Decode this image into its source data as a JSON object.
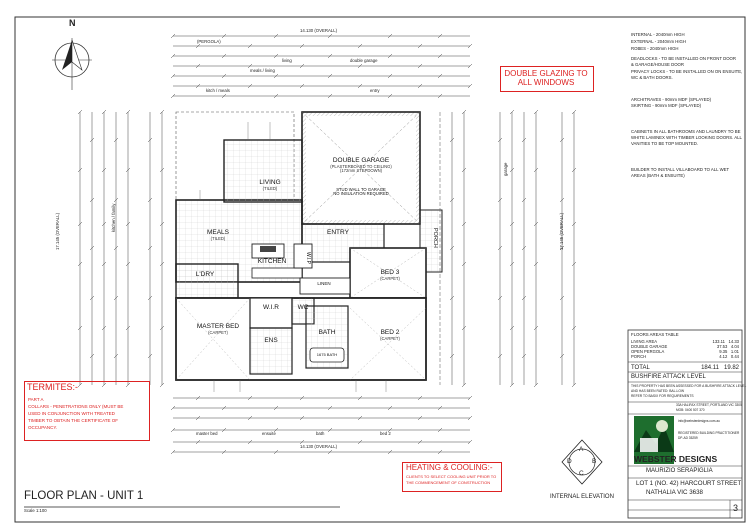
{
  "north": "N",
  "dims_top": {
    "overall": "14.130 (OVERALL)",
    "pergola": "(PERGOLA)",
    "living": "living",
    "double_garage": "double garage",
    "meals_living": "meals / living",
    "kitch_meals": "kitch / meals",
    "entry": "entry"
  },
  "notes_top": {
    "internal": "INTERNAL   - 2040mm HIGH",
    "external": "EXTERNAL  - 2040mm HIGH",
    "robes": "ROBES       - 2040mm HIGH",
    "deadlocks_1": "DEADLOCKS  - TO BE INSTALLED ON FRONT DOOR",
    "deadlocks_2": "& GARAGE/HOUSE DOOR",
    "privacy_1": "PRIVACY LOCKS - TO BE INSTALLED ON ON ENSUITE,",
    "privacy_2": "WC & BATH DOORS.",
    "architraves": "ARCHITRAVES  - 90mm MDF (SPLAYED)",
    "skirting": "SKIRTING       - 90mm MDF (SPLAYED)",
    "cabinets_1": "CABINETS IN ALL BATHROOMS AND LAUNDRY TO BE",
    "cabinets_2": "WHITE LAMINEX WITH TIMBER LOOKING DOORS.  ALL",
    "cabinets_3": "VANITIES TO BE TOP MOUNTED.",
    "builder_1": "BUILDER TO INSTALL VILLABOARD TO ALL WET",
    "builder_2": "AREAS (BATH & ENSUITE)"
  },
  "glazing": "DOUBLE GLAZING TO ALL WINDOWS",
  "rooms": {
    "garage": "DOUBLE GARAGE",
    "garage_sub": "(PLASTERBOARD TO CEILING)",
    "garage_sub2": "(172mm STEPDOWN)",
    "stud_wall": "STUD WALL TO GARAGE",
    "no_insulation": "NO INSULATION REQUIRED",
    "living": "LIVING",
    "tiled": "(TILED)",
    "meals": "MEALS",
    "kitchen": "KITCHEN",
    "wip": "W.I.P",
    "entry": "ENTRY",
    "porch": "PORCH",
    "bed3": "BED 3",
    "carpet": "(CARPET)",
    "lory": "L'DRY",
    "linen": "LINEN",
    "wir": "W.I.R",
    "wc": "WC",
    "bath": "BATH",
    "master_bed": "MASTER BED",
    "ens": "ENS",
    "bed2": "BED 2",
    "bath_fit": "1675 BATH"
  },
  "dims_bottom": {
    "master_bed": "master bed",
    "ensuite": "ensuite",
    "bath": "bath",
    "bed2": "bed 2",
    "overall": "14.130 (OVERALL)"
  },
  "side_dims": {
    "left_overall": "17.145 (OVERALL)",
    "left_kitchen": "kitchen / family",
    "right_overall": "17.145 (OVERALL)",
    "right_garage": "garage"
  },
  "termites": {
    "title": "TERMITES:-",
    "part": "PART A",
    "line1": "COLLARS - PENETRATIONS ONLY (MUST BE",
    "line2": "USED IN CONJUNCTION WITH TREATED",
    "line3": "TIMBER TO OBTAIN THE CERTIFICATE OF",
    "line4": "OCCUPANCY."
  },
  "heating": {
    "title": "HEATING & COOLING:-",
    "line1": "CLIENTS TO SELECT COOLING UNIT PRIOR TO",
    "line2": "THE COMMENCEMENT OF CONSTRUCTION"
  },
  "plan_title": "FLOOR PLAN - UNIT 1",
  "scale": "Scale 1:100",
  "elevation": {
    "label": "INTERNAL ELEVATION",
    "a": "A",
    "b": "B",
    "c": "C",
    "d": "D"
  },
  "areas": {
    "title": "FLOORS AREAS TABLE",
    "rows": [
      {
        "name": "LIVING AREA",
        "m2": "133.11",
        "sq": "14.33"
      },
      {
        "name": "DOUBLE GARAGE",
        "m2": "37.53",
        "sq": "4.04"
      },
      {
        "name": "OPEN PERGOLA",
        "m2": "9.35",
        "sq": "1.01"
      },
      {
        "name": "PORCH",
        "m2": "4.12",
        "sq": "0.44"
      }
    ],
    "total_label": "TOTAL",
    "total_m2": "184.11",
    "total_sq": "19.82"
  },
  "bushfire": {
    "title": "BUSHFIRE ATTACK LEVEL",
    "line1": "THIS PROPERTY HAS BEEN ASSESSED FOR A BUSHFIRE ATTACK LEVEL",
    "line2": "AND HAS BEEN RATED: BAL-LOW",
    "line3": "REFER TO BASIX FOR REQUIREMENTS"
  },
  "company": {
    "addr1": "33A HALIFAX STREET, PORTLAND VIC 3305",
    "addr2": "MOB: 0400 507 370",
    "email": "info@websterdesigns.com.au",
    "reg1": "REGISTERED BUILDING PRACTITIONER",
    "reg2": "DP-AD 35259",
    "name": "WEBSTER DESIGNS"
  },
  "client": "MAURIZIO SERAPIGLIA",
  "address1": "LOT 1 (NO. 42) HARCOURT STREET",
  "address2": "NATHALIA  VIC 3638",
  "sheet_no": "3",
  "colors": {
    "red": "#d22222",
    "line": "#222222",
    "hatch": "#555555",
    "logo_green": "#1e6e2e"
  }
}
